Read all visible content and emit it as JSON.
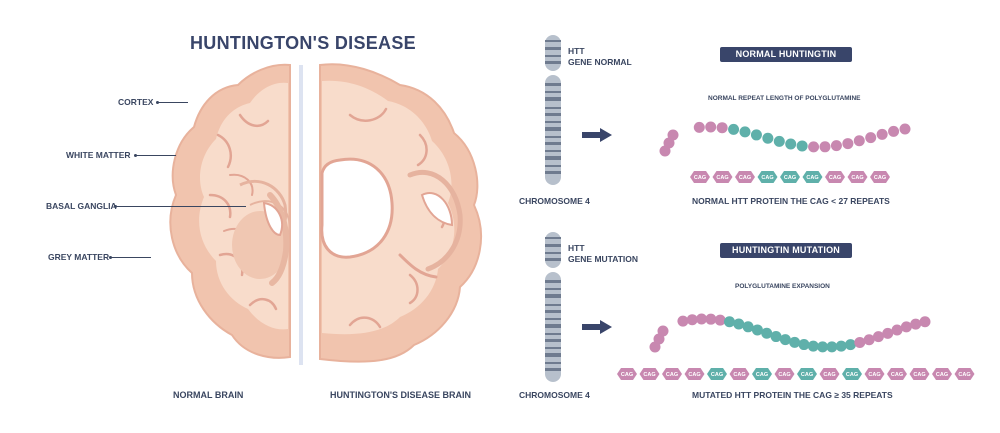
{
  "title": "HUNTINGTON'S DISEASE",
  "brain_labels": {
    "cortex": "CORTEX",
    "white_matter": "WHITE MATTER",
    "basal_ganglia": "BASAL GANGLIA",
    "grey_matter": "GREY MATTER"
  },
  "captions": {
    "normal_brain": "NORMAL BRAIN",
    "disease_brain": "HUNTINGTON'S DISEASE BRAIN"
  },
  "normal_panel": {
    "gene_label_line1": "HTT",
    "gene_label_line2": "GENE NORMAL",
    "chromosome": "CHROMOSOME 4",
    "banner": "NORMAL HUNTINGTIN",
    "subtitle": "NORMAL REPEAT LENGTH OF POLYGLUTAMINE",
    "caption": "NORMAL HTT PROTEIN THE CAG < 27 REPEATS",
    "cag_label": "CAG",
    "cag_count": 9
  },
  "mutation_panel": {
    "gene_label_line1": "HTT",
    "gene_label_line2": "GENE MUTATION",
    "chromosome": "CHROMOSOME 4",
    "banner": "HUNTINGTIN MUTATION",
    "subtitle": "POLYGLUTAMINE EXPANSION",
    "caption": "MUTATED HTT PROTEIN THE CAG ≥ 35  REPEATS",
    "cag_label": "CAG",
    "cag_count": 16
  },
  "colors": {
    "dark_navy": "#39456a",
    "brain_light": "#f7d8c4",
    "brain_mid": "#efc0a8",
    "brain_dark": "#e2a594",
    "cag_pink": "#c888b0",
    "cag_teal": "#5fb0aa",
    "chromosome_body": "#b7c0cc"
  }
}
